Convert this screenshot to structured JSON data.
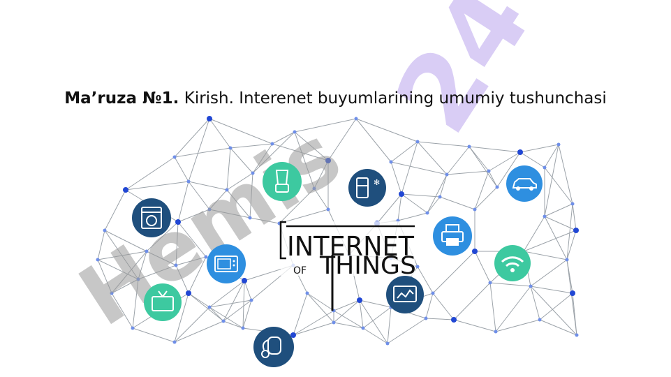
{
  "slide": {
    "title_bold": "Ma’ruza №1.",
    "title_rest": " Kirish. Interenet buyumlarining umumiy tushunchasi",
    "logo": {
      "line1": "INTERNET",
      "line2_small": "OF",
      "line2_big": "THINGS"
    },
    "watermark": {
      "text_grey": "Hemis",
      "text_purple": "24"
    }
  },
  "icons": [
    {
      "name": "washing-machine-icon",
      "color": "#1f4f7d"
    },
    {
      "name": "blender-icon",
      "color": "#3dc9a0"
    },
    {
      "name": "refrigerator-icon",
      "color": "#1f4f7d"
    },
    {
      "name": "car-icon",
      "color": "#2e8fe0"
    },
    {
      "name": "printer-icon",
      "color": "#2e8fe0"
    },
    {
      "name": "wifi-icon",
      "color": "#3dc9a0"
    },
    {
      "name": "microwave-icon",
      "color": "#2e8fe0"
    },
    {
      "name": "tv-icon",
      "color": "#3dc9a0"
    },
    {
      "name": "analytics-icon",
      "color": "#1f4f7d"
    },
    {
      "name": "vacuum-icon",
      "color": "#1f4f7d"
    }
  ],
  "colors": {
    "network_line": "#8a929a",
    "node_blue": "#2147d4",
    "node_light": "#6f8fe8"
  }
}
